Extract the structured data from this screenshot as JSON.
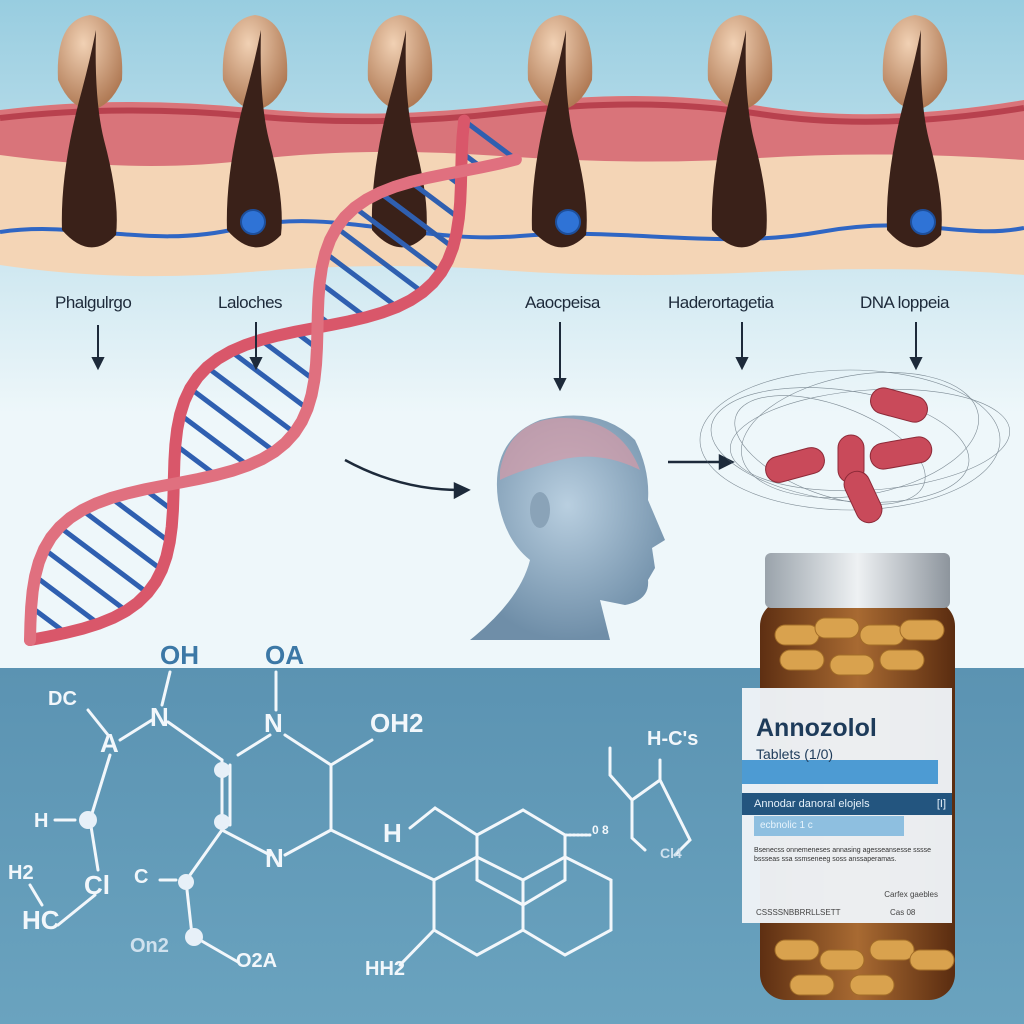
{
  "colors": {
    "sky_top": "#98cde0",
    "sky_bottom": "#eef7fa",
    "lower_panel": "#5f98b6",
    "skin": "#e9a58f",
    "fat": "#f3d2b0",
    "follicle": "#3a2119",
    "dna_red": "#d9576a",
    "dna_blue": "#2f5fb0",
    "capsule": "#c94a5a",
    "bottle_amber": "#8a4a1c"
  },
  "stage_labels": [
    "Phalgulrgo",
    "Laloches",
    "Aaocpeisa",
    "Haderortagetia",
    "DNA loppeia"
  ],
  "chemical_labels": {
    "oh_top": "OH",
    "oa_top": "OA",
    "dc": "DC",
    "a": "A",
    "n1": "N",
    "n2": "N",
    "oh2": "OH2",
    "h_left": "H",
    "h2_left": "H2",
    "cl": "Cl",
    "hc": "HC",
    "c": "C",
    "n3": "N",
    "on2": "On2",
    "o2a": "O2A",
    "h_mid": "H",
    "hh2": "HH2",
    "o8": "0 8",
    "hcs": "H-C's",
    "ch3": "Cl4"
  },
  "bottle": {
    "title": "Annozolol",
    "subtitle": "Tablets (1/0)",
    "band_text": "Annodar danoral elojels",
    "band_tag": "[I]",
    "box_text": "ecbnolic 1 c",
    "body_text": "Bsenecss onnemeneses annasing agesseansesse sssse bssseas ssa ssmseneeg soss anssaperamas.",
    "right_small": "Carfex gaebles",
    "footer_left": "CSSSSNBBRRLLSETT",
    "footer_right": "Cas 08"
  }
}
